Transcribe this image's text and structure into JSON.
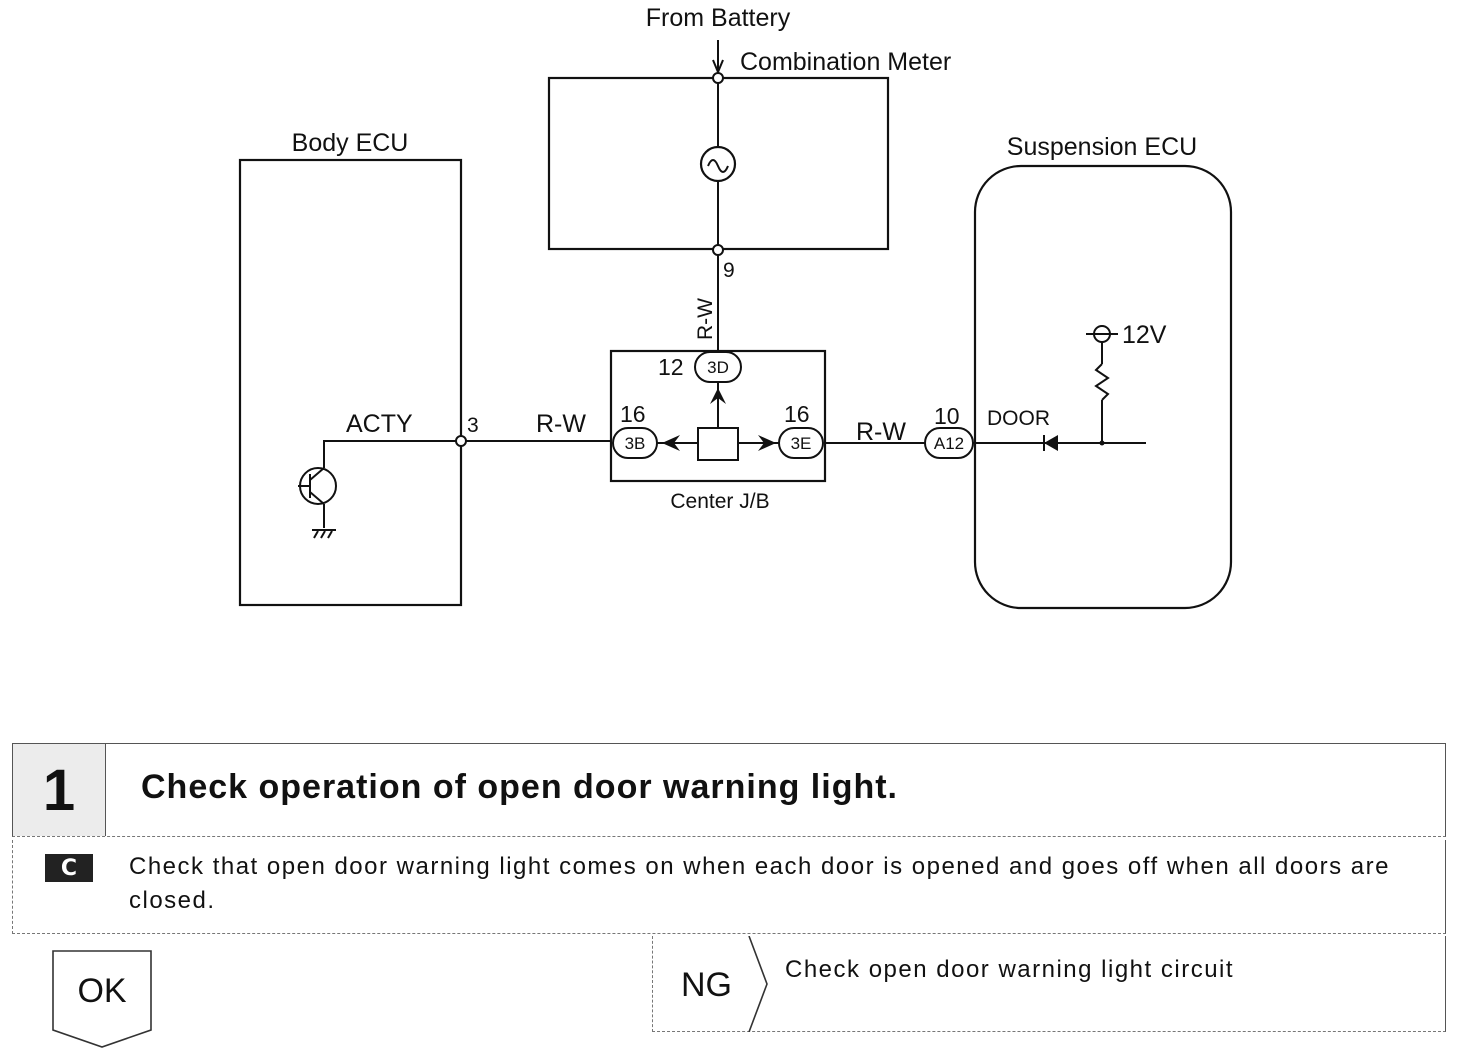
{
  "diagram": {
    "source_label": "From Battery",
    "components": {
      "combination_meter": "Combination Meter",
      "body_ecu": "Body ECU",
      "suspension_ecu": "Suspension ECU",
      "center_jb": "Center J/B"
    },
    "terminals": {
      "meter_pin": "9",
      "body_pin": "3",
      "body_signal": "ACTY",
      "jb_pin_top": "12",
      "jb_pin_left": "16",
      "jb_pin_right": "16",
      "susp_pin": "10",
      "susp_signal": "DOOR"
    },
    "connectors": {
      "top": "3D",
      "left": "3B",
      "right": "3E",
      "susp": "A12"
    },
    "wire_colors": {
      "vertical": "R-W",
      "left": "R-W",
      "right": "R-W"
    },
    "supply": "12V"
  },
  "step": {
    "number": "1",
    "title": "Check operation of open door warning light.",
    "check_icon": "C",
    "instruction": "Check that open door warning light comes on when each door is opened and goes off when all doors are closed.",
    "ok_label": "OK",
    "ng_label": "NG",
    "ng_action": "Check open door warning light circuit"
  }
}
